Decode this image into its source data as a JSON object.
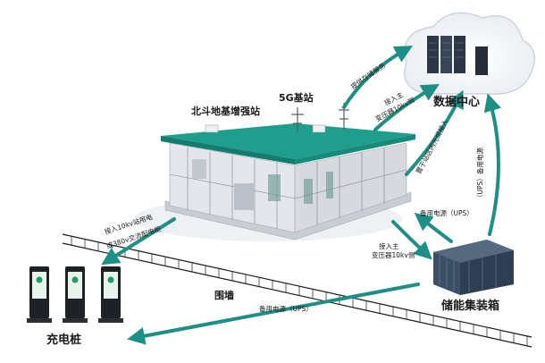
{
  "labels": {
    "substation": "北斗地基增强站",
    "base_station": "5G基站",
    "data_center": "数据中心",
    "storage_container": "储能集装箱",
    "charging_pile": "充电桩",
    "fence": "围墙"
  },
  "flows": {
    "storage_service": "提供存储服务",
    "to_dc_transformer_1": "接入主",
    "to_dc_transformer_2": "变压器10kv侧",
    "sensing_network": "置于站区内光缆接入",
    "ups_dc_1": "备用电源",
    "ups_dc_2": "（UPS）",
    "ups_substation": "备用电源（UPS）",
    "to_storage_transformer_1": "接入主",
    "to_storage_transformer_2": "变压器10kv侧",
    "charging_feed_1": "接入10kv站用电",
    "charging_feed_2": "或380v交流配电柜",
    "ups_charging": "备用电源（UPS）"
  },
  "colors": {
    "arrow": "#1e8f86",
    "roof": "#1f9e8e",
    "container": "#3d4f66",
    "server": "#2d3644"
  },
  "icons": [
    "server-rack-icon",
    "charging-pile-icon",
    "antenna-icon",
    "cloud-icon"
  ]
}
